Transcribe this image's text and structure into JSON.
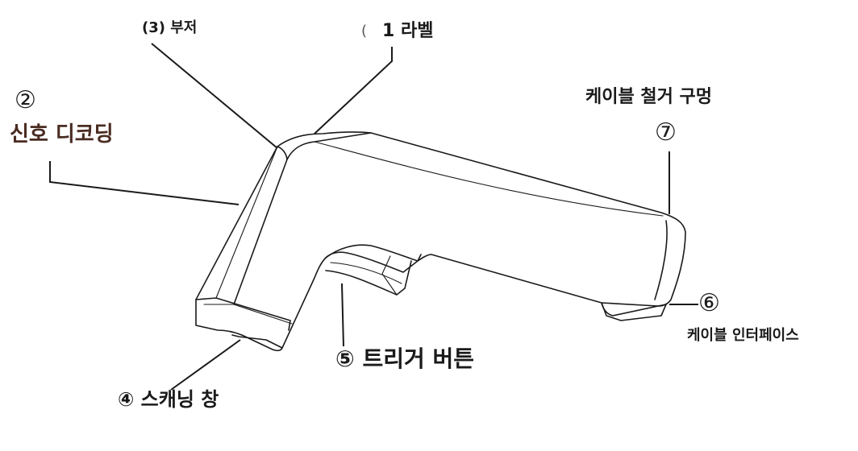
{
  "colors": {
    "accent_label": "#4a2c22",
    "line": "#1a1a1a",
    "background": "#ffffff"
  },
  "labels": {
    "buzzer": "(3) 부저",
    "label_paren": "(",
    "label": "1 라벨",
    "signal_number": "②",
    "signal_decoding": "신호 디코딩",
    "cable_removal_hole": "케이블 철거 구멍",
    "cable_removal_number": "⑦",
    "cable_interface_number": "⑥",
    "cable_interface": "케이블 인터페이스",
    "trigger_button": "⑤ 트리거 버튼",
    "scan_window": "④ 스캐닝 창"
  }
}
